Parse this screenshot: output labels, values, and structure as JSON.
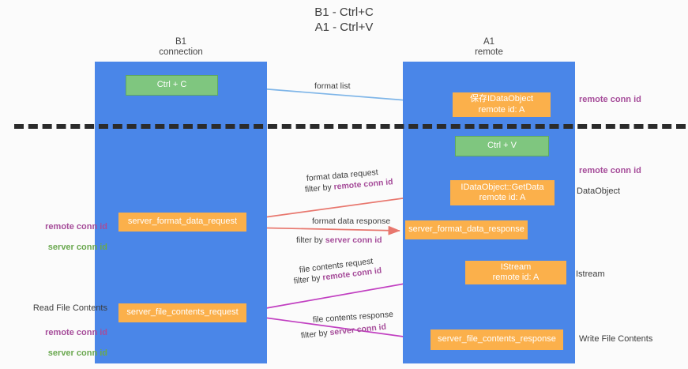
{
  "title": "B1 - Ctrl+C\nA1 - Ctrl+V",
  "lanes": {
    "left": {
      "header": "B1\nconnection"
    },
    "right": {
      "header": "A1\nremote"
    }
  },
  "boxes": {
    "ctrl_c": "Ctrl + C",
    "save_idataobject": "保存IDataObject\nremote id: A",
    "ctrl_v": "Ctrl + V",
    "idataobject_getdata": "IDataObject::GetData\nremote id: A",
    "server_format_data_request": "server_format_data_request",
    "server_format_data_response": "server_format_data_response",
    "istream": "IStream\nremote id: A",
    "server_file_contents_request": "server_file_contents_request",
    "server_file_contents_response": "server_file_contents_response"
  },
  "right_labels": {
    "remote_conn_id_top": "remote conn id",
    "remote_conn_id_mid": "remote conn id",
    "dataobject": "DataObject",
    "istream": "Istream",
    "write_file_contents": "Write File Contents"
  },
  "left_labels": {
    "conn_ids_mid": {
      "remote": "remote conn id",
      "server": "server conn id"
    },
    "read_file_contents": "Read File Contents",
    "conn_ids_bottom": {
      "remote": "remote conn id",
      "server": "server conn id"
    }
  },
  "captions": {
    "format_list": "format list",
    "format_data_request": "format data request",
    "format_data_request_filter_prefix": "filter by ",
    "format_data_request_filter_key": "remote conn id",
    "format_data_response": "format data response",
    "format_data_response_filter_prefix": "filter by ",
    "format_data_response_filter_key": "server conn id",
    "file_contents_request": "file contents request",
    "file_contents_request_filter_prefix": "filter by ",
    "file_contents_request_filter_key": "remote conn id",
    "file_contents_response": "file contents response",
    "file_contents_response_filter_prefix": "filter by ",
    "file_contents_response_filter_key": "server conn id"
  },
  "colors": {
    "lane": "#4a86e8",
    "green_box": "#7fc67f",
    "orange_box": "#fbb04b",
    "purple_text": "#a64d9a",
    "green_text": "#6aa84f",
    "arrow_blue": "#7eb5e8",
    "arrow_red": "#e8776e",
    "arrow_magenta": "#c13fc1",
    "arrow_black": "#1a1a1a",
    "divider": "#2b2b2b",
    "background": "#fbfbfb"
  }
}
